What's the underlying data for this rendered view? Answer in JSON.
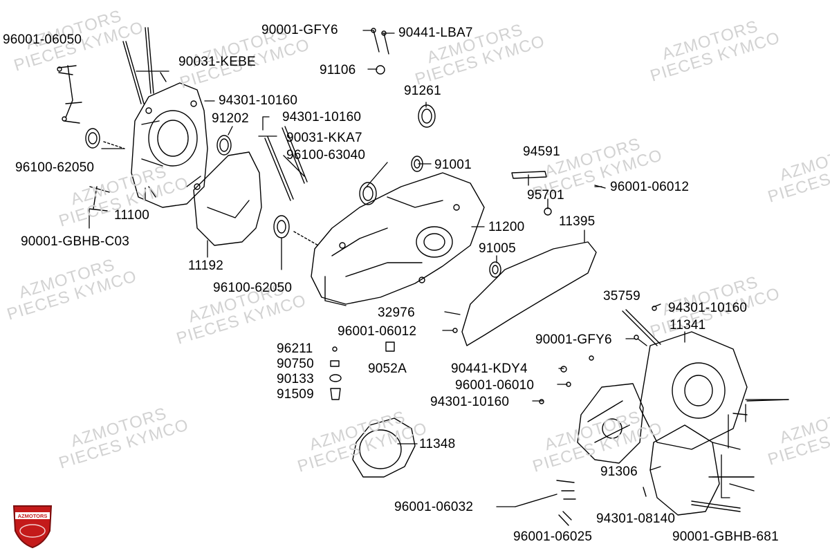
{
  "labels": {
    "p96001_06050": "96001-06050",
    "p90031_kebe": "90031-KEBE",
    "p90001_gfy6_top": "90001-GFY6",
    "p90441_lba7": "90441-LBA7",
    "p91106": "91106",
    "p91261": "91261",
    "p94301_10160_a": "94301-10160",
    "p91202": "91202",
    "p94301_10160_b": "94301-10160",
    "p90031_kka7": "90031-KKA7",
    "p96100_63040": "96100-63040",
    "p91001": "91001",
    "p94591": "94591",
    "p96100_62050_a": "96100-62050",
    "p11100": "11100",
    "p90001_gbhb_c03": "90001-GBHB-C03",
    "p95701": "95701",
    "p96001_06012_a": "96001-06012",
    "p11200": "11200",
    "p11395": "11395",
    "p11192": "11192",
    "p91005": "91005",
    "p96100_62050_b": "96100-62050",
    "p35759": "35759",
    "p94301_10160_c": "94301-10160",
    "p32976": "32976",
    "p11341": "11341",
    "p96001_06012_b": "96001-06012",
    "p96211": "96211",
    "p90001_gfy6_mid": "90001-GFY6",
    "p90750": "90750",
    "p9052a": "9052A",
    "p90441_kdy4": "90441-KDY4",
    "p90133": "90133",
    "p96001_06010": "96001-06010",
    "p91509": "91509",
    "p94301_10160_d": "94301-10160",
    "p11348": "11348",
    "p91306": "91306",
    "p96001_06032": "96001-06032",
    "p94301_08140": "94301-08140",
    "p96001_06025": "96001-06025",
    "p90001_gbhb_681": "90001-GBHB-681"
  },
  "watermark": {
    "line1": "AZMOTORS",
    "line2": "PIECES KYMCO"
  },
  "logo": {
    "text": "AZMOTORS",
    "color": "#c41a1a"
  }
}
